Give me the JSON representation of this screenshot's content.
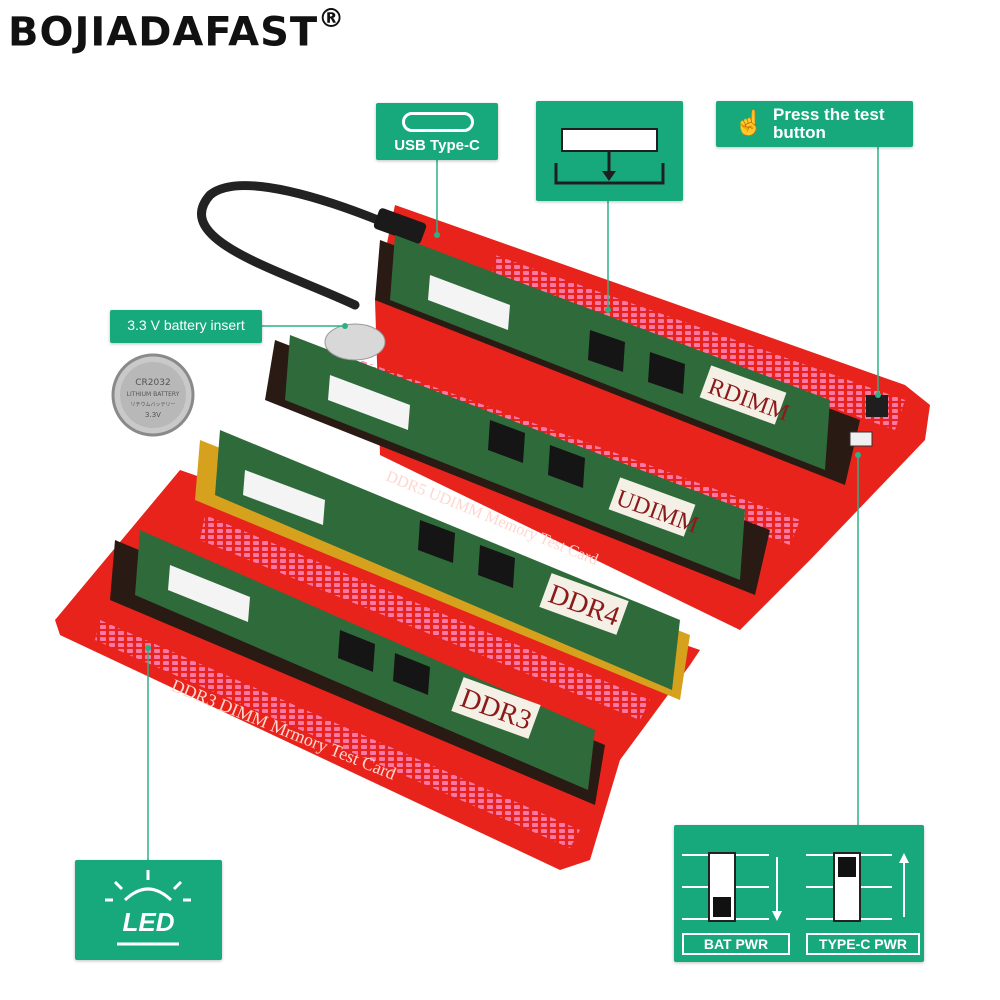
{
  "brand": {
    "name": "BOJIADAFAST",
    "mark": "®"
  },
  "callouts": {
    "usb": "USB Type-C",
    "press_test": "Press the test button",
    "battery_insert": "3.3 V battery insert",
    "led": "LED",
    "bat_pwr": "BAT PWR",
    "typec_pwr": "TYPE-C PWR"
  },
  "modules": {
    "rdimm": "RDIMM",
    "udimm": "UDIMM",
    "ddr4": "DDR4",
    "ddr3": "DDR3"
  },
  "board_text": {
    "ddr5": "DDR5 UDIMM Memory Test Card",
    "ddr3": "DDR3 DIMM Mrmory Test Card"
  },
  "battery": {
    "model": "CR2032",
    "line2": "LITHIUM BATTERY",
    "line3": "リチウムバッテリー",
    "voltage": "3.3V"
  },
  "colors": {
    "callout_green": "#17a97c",
    "board_red": "#e8231b",
    "pcb_green": "#2f6a3a",
    "led_pink": "#ff7fb4"
  }
}
